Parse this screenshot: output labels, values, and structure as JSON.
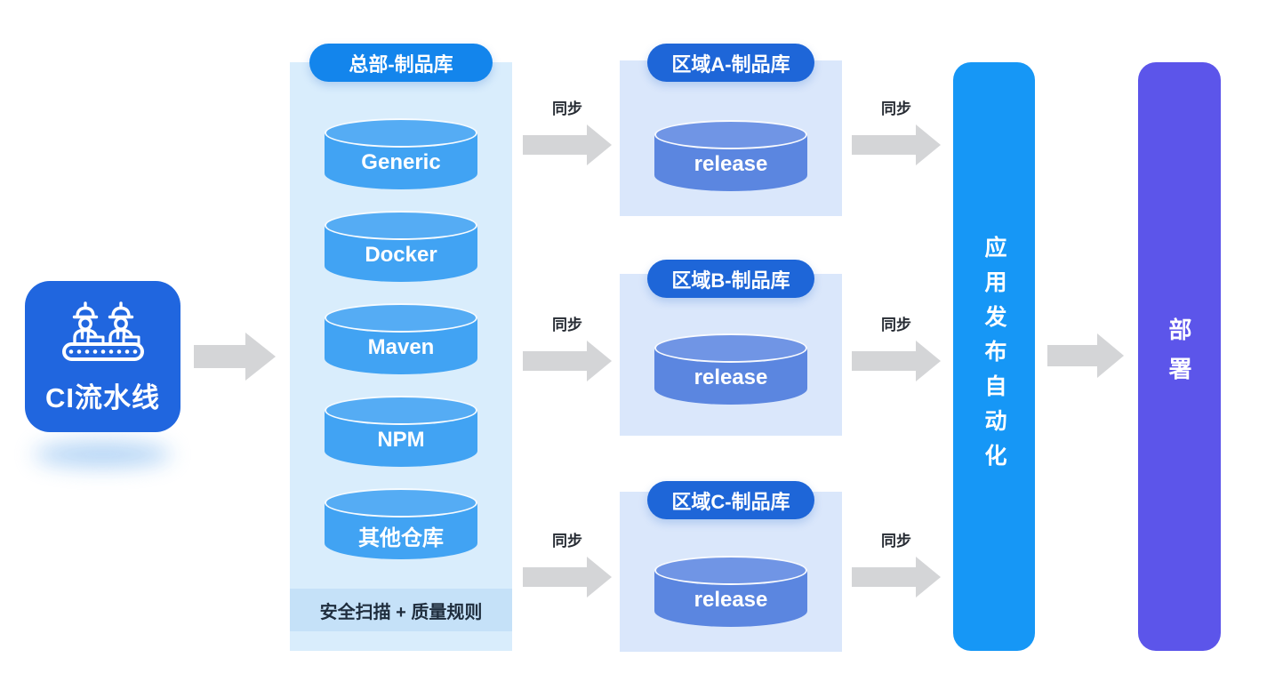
{
  "ci_box": {
    "label": "CI流水线",
    "icon": "workers-conveyor-icon"
  },
  "hq": {
    "title": "总部-制品库",
    "repos": [
      "Generic",
      "Docker",
      "Maven",
      "NPM",
      "其他仓库"
    ],
    "footer": "安全扫描 + 质量规则"
  },
  "regions": [
    {
      "title": "区域A-制品库",
      "repo": "release"
    },
    {
      "title": "区域B-制品库",
      "repo": "release"
    },
    {
      "title": "区域C-制品库",
      "repo": "release"
    }
  ],
  "sync_label": "同步",
  "automation_bar": {
    "label": "应用发布自动化"
  },
  "deploy_bar": {
    "label": "部署"
  },
  "colors": {
    "ci_box": "#2066DF",
    "hq_pill": "#1385EC",
    "hq_panel": "#D9EDFC",
    "hq_cylinder": "#41A3F3",
    "hq_cylinder_top": "#55ACF4",
    "footer_band": "#C5E1F8",
    "footer_text": "#1F2D3D",
    "region_pill": "#1E66D8",
    "region_panel": "#DAE7FB",
    "release_cylinder": "#5B86E0",
    "release_cylinder_top": "#7095E5",
    "arrow": "#D4D5D7",
    "sync_text": "#262B33",
    "automation_bar": "#1697F6",
    "deploy_bar": "#5C55EA"
  }
}
